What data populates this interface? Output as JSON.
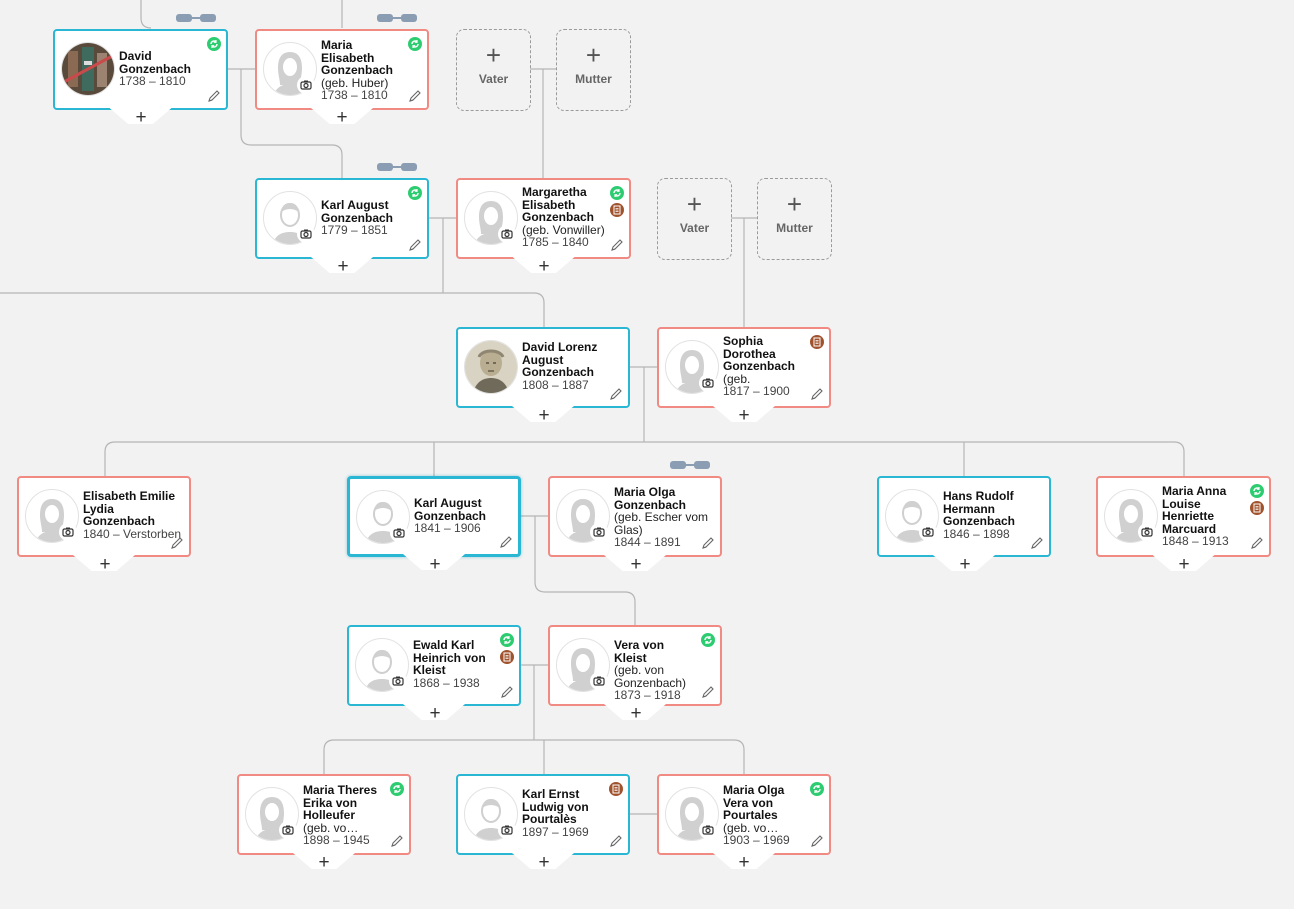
{
  "colors": {
    "male": "#2ab7d4",
    "female": "#f08a83",
    "sync": "#2ecc71",
    "document": "#a0522d",
    "background": "#f2f2f2"
  },
  "persons": {
    "david_g": {
      "name": "David Gonzenbach",
      "birth_name": "",
      "dates": "1738 – 1810"
    },
    "maria_eh": {
      "name": "Maria Elisabeth Gonzenbach",
      "birth_name": "(geb. Huber)",
      "dates": "1738 – 1810"
    },
    "karl_august_1779": {
      "name": "Karl August Gonzenbach",
      "birth_name": "",
      "dates": "1779 – 1851"
    },
    "margaretha": {
      "name": "Margaretha Elisabeth Gonzenbach",
      "birth_name": "(geb. Vonwiller)",
      "dates": "1785 – 1840"
    },
    "david_lorenz": {
      "name": "David Lorenz August Gonzenbach",
      "birth_name": "",
      "dates": "1808 – 1887"
    },
    "sophia": {
      "name": "Sophia Dorothea Gonzenbach",
      "birth_name": "(geb.",
      "dates": "1817 – 1900"
    },
    "elisabeth_emilie": {
      "name": "Elisabeth Emilie Lydia Gonzenbach",
      "birth_name": "",
      "dates": "1840 – Verstorben"
    },
    "karl_august_1841": {
      "name": "Karl August Gonzenbach",
      "birth_name": "",
      "dates": "1841 – 1906"
    },
    "maria_olga": {
      "name": "Maria Olga Gonzenbach",
      "birth_name": "(geb. Escher vom Glas)",
      "dates": "1844 – 1891"
    },
    "hans_rudolf": {
      "name": "Hans Rudolf Hermann Gonzenbach",
      "birth_name": "",
      "dates": "1846 – 1898"
    },
    "maria_anna": {
      "name": "Maria Anna Louise Henriette Marcuard",
      "birth_name": "",
      "dates": "1848 – 1913"
    },
    "ewald": {
      "name": "Ewald Karl Heinrich von Kleist",
      "birth_name": "",
      "dates": "1868 – 1938"
    },
    "vera": {
      "name": "Vera von Kleist",
      "birth_name": "(geb. von Gonzenbach)",
      "dates": "1873 – 1918"
    },
    "maria_theres": {
      "name": "Maria Theres Erika von Holleufer",
      "birth_name": "(geb. vo…",
      "dates": "1898 – 1945"
    },
    "karl_ernst": {
      "name": "Karl Ernst Ludwig von Pourtalès",
      "birth_name": "",
      "dates": "1897 – 1969"
    },
    "maria_olga_vera": {
      "name": "Maria Olga Vera von Pourtales",
      "birth_name": "(geb. vo…",
      "dates": "1903 – 1969"
    }
  },
  "placeholders": {
    "father_label": "Vater",
    "mother_label": "Mutter",
    "plus": "+"
  },
  "add_button_label": "+"
}
